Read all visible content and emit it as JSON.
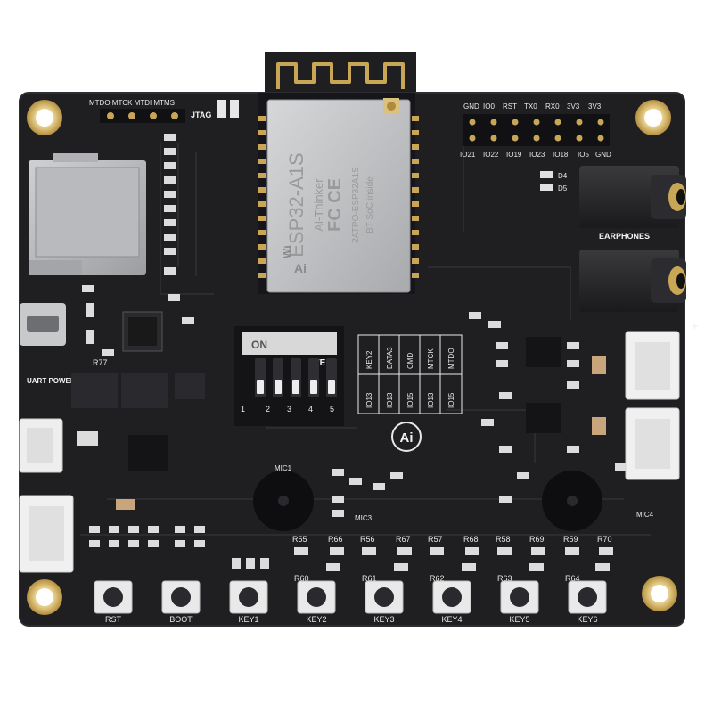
{
  "colors": {
    "pcb": "#1f1f22",
    "pcb_edge": "#2a2a2e",
    "silkscreen": "#e8e8e8",
    "shield": "#bfc0c2",
    "gold": "#c9a655",
    "connector_white": "#eeeeee"
  },
  "board": {
    "jtag": {
      "pins_label": "MTDO MTCK MTDI MTMS",
      "label": "JTAG"
    },
    "header_top_labels": [
      "GND",
      "IO0",
      "RST",
      "TX0",
      "RX0",
      "3V3",
      "3V3"
    ],
    "header_bottom_labels": [
      "IO21",
      "IO22",
      "IO19",
      "IO23",
      "IO18",
      "IO5",
      "GND"
    ],
    "module": {
      "model": "ESP32-A1S",
      "brand": "Ai-Thinker",
      "cert": "FC CE",
      "fcc_id": "2ATPO-ESP32A1S",
      "soc_line": "BT SoC inside",
      "wifi_mark": "Wi",
      "logo": "Ai"
    },
    "dip_switch": {
      "on_label": "ON",
      "ve_label": "VE",
      "numbers": [
        "1",
        "2",
        "3",
        "4",
        "5"
      ]
    },
    "pin_table": {
      "signals": [
        "KEY2",
        "DATA3",
        "CMD",
        "MTCK",
        "MTDO"
      ],
      "ios": [
        "IO13",
        "IO13",
        "IO15",
        "IO13",
        "IO15"
      ]
    },
    "center_logo": "Ai",
    "earphones_label": "EARPHONES",
    "leds": [
      "D4",
      "D5"
    ],
    "mic_labels": [
      "MIC1",
      "MIC3",
      "MIC4"
    ],
    "uart_power_label": "UART POWER",
    "r77_label": "R77",
    "plus_label": "+",
    "resistors_top": [
      "R55",
      "R66",
      "R56",
      "R67",
      "R57",
      "R68",
      "R58",
      "R69",
      "R59",
      "R70"
    ],
    "resistors_bottom": [
      "R60",
      "R61",
      "R62",
      "R63",
      "R64"
    ],
    "buttons": [
      "RST",
      "BOOT",
      "KEY1",
      "KEY2",
      "KEY3",
      "KEY4",
      "KEY5",
      "KEY6"
    ]
  }
}
